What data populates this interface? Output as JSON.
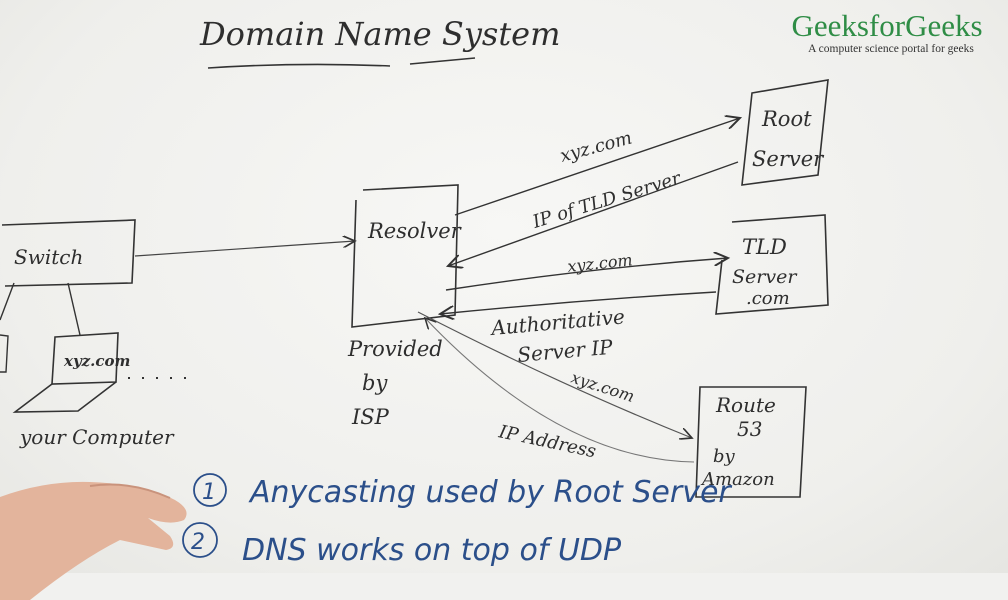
{
  "title": "Domain Name System",
  "logo": {
    "name": "GeeksforGeeks",
    "tagline": "A computer science portal for geeks"
  },
  "nodes": {
    "switch": "Switch",
    "computer_screen": "xyz.com",
    "computer_caption": "your Computer",
    "resolver": "Resolver",
    "resolver_caption": [
      "Provided",
      "by",
      "ISP"
    ],
    "root_server": [
      "Root",
      "Server"
    ],
    "tld_server": [
      "TLD",
      "Server",
      ".com"
    ],
    "route53": [
      "Route",
      "53",
      "by",
      "Amazon"
    ]
  },
  "edges": {
    "to_root": "xyz.com",
    "from_root": "IP of TLD Server",
    "to_tld": "xyz.com",
    "from_tld": [
      "Authoritative",
      "Server IP"
    ],
    "to_route53": "xyz.com",
    "from_route53": "IP Address"
  },
  "notes": [
    {
      "num": "1",
      "text": "Anycasting used by Root Server"
    },
    {
      "num": "2",
      "text": "DNS works on top of UDP"
    }
  ],
  "colors": {
    "marker": "#2e2e2e",
    "note_marker": "#2b4f8a",
    "logo_green": "#2f8d46",
    "board": "#f1f1ef"
  }
}
